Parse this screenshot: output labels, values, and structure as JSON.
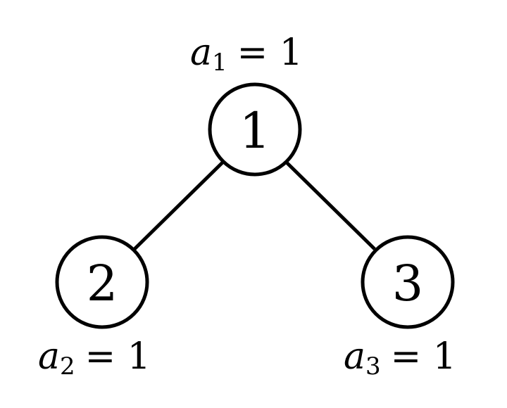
{
  "nodes": [
    {
      "id": "1",
      "label": "1",
      "annotation": {
        "var": "a",
        "sub": "1",
        "eq": "= 1"
      }
    },
    {
      "id": "2",
      "label": "2",
      "annotation": {
        "var": "a",
        "sub": "2",
        "eq": "= 1"
      }
    },
    {
      "id": "3",
      "label": "3",
      "annotation": {
        "var": "a",
        "sub": "3",
        "eq": "= 1"
      }
    }
  ],
  "edges": [
    [
      "1",
      "2"
    ],
    [
      "1",
      "3"
    ]
  ]
}
